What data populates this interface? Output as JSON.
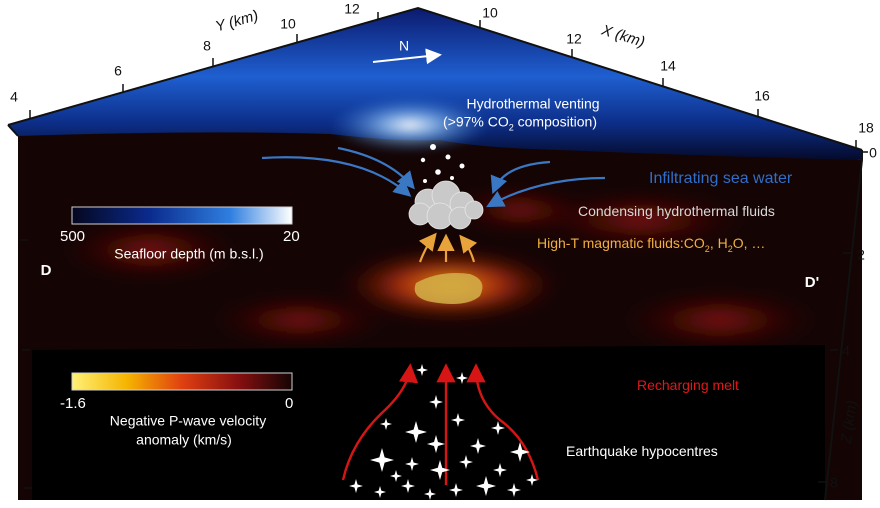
{
  "axes": {
    "y_title": "Y (km)",
    "y_ticks": [
      "4",
      "6",
      "8",
      "10",
      "12"
    ],
    "x_title": "X (km)",
    "x_ticks": [
      "10",
      "12",
      "14",
      "16",
      "18"
    ],
    "z_title": "Z (km)",
    "z_ticks": [
      "0",
      "2",
      "4",
      "8"
    ]
  },
  "north_label": "N",
  "section": {
    "left": "D",
    "right": "D'"
  },
  "annotations": {
    "venting_line1": "Hydrothermal venting",
    "venting_line2": "(>97% CO",
    "venting_sub": "2",
    "venting_tail": " composition)",
    "infiltrating": "Infiltrating sea water",
    "condensing": "Condensing hydrothermal fluids",
    "magmatic": "High-T magmatic fluids:CO",
    "magmatic_sub1": "2",
    "magmatic_mid": ", H",
    "magmatic_sub2": "2",
    "magmatic_tail": "O, …",
    "recharging": "Recharging melt",
    "hypocentres": "Earthquake hypocentres"
  },
  "legend_depth": {
    "min": "500",
    "max": "20",
    "title": "Seafloor depth (m b.s.l.)",
    "colors": [
      "#05071e",
      "#0a2a8c",
      "#2f7fe0",
      "#ffffff"
    ]
  },
  "legend_velocity": {
    "min": "-1.6",
    "max": "0",
    "title_line1": "Negative P-wave velocity",
    "title_line2": "anomaly (km/s)",
    "colors": [
      "#fff176",
      "#f5b400",
      "#e04010",
      "#8a1010",
      "#140404"
    ]
  },
  "colors": {
    "sea_text": "#2f6fc9",
    "fluid_text": "#f0b040",
    "melt_text": "#e01818",
    "arrow_blue": "#3b78c4",
    "arrow_orange": "#e8a33a",
    "arrow_red": "#d81515"
  }
}
